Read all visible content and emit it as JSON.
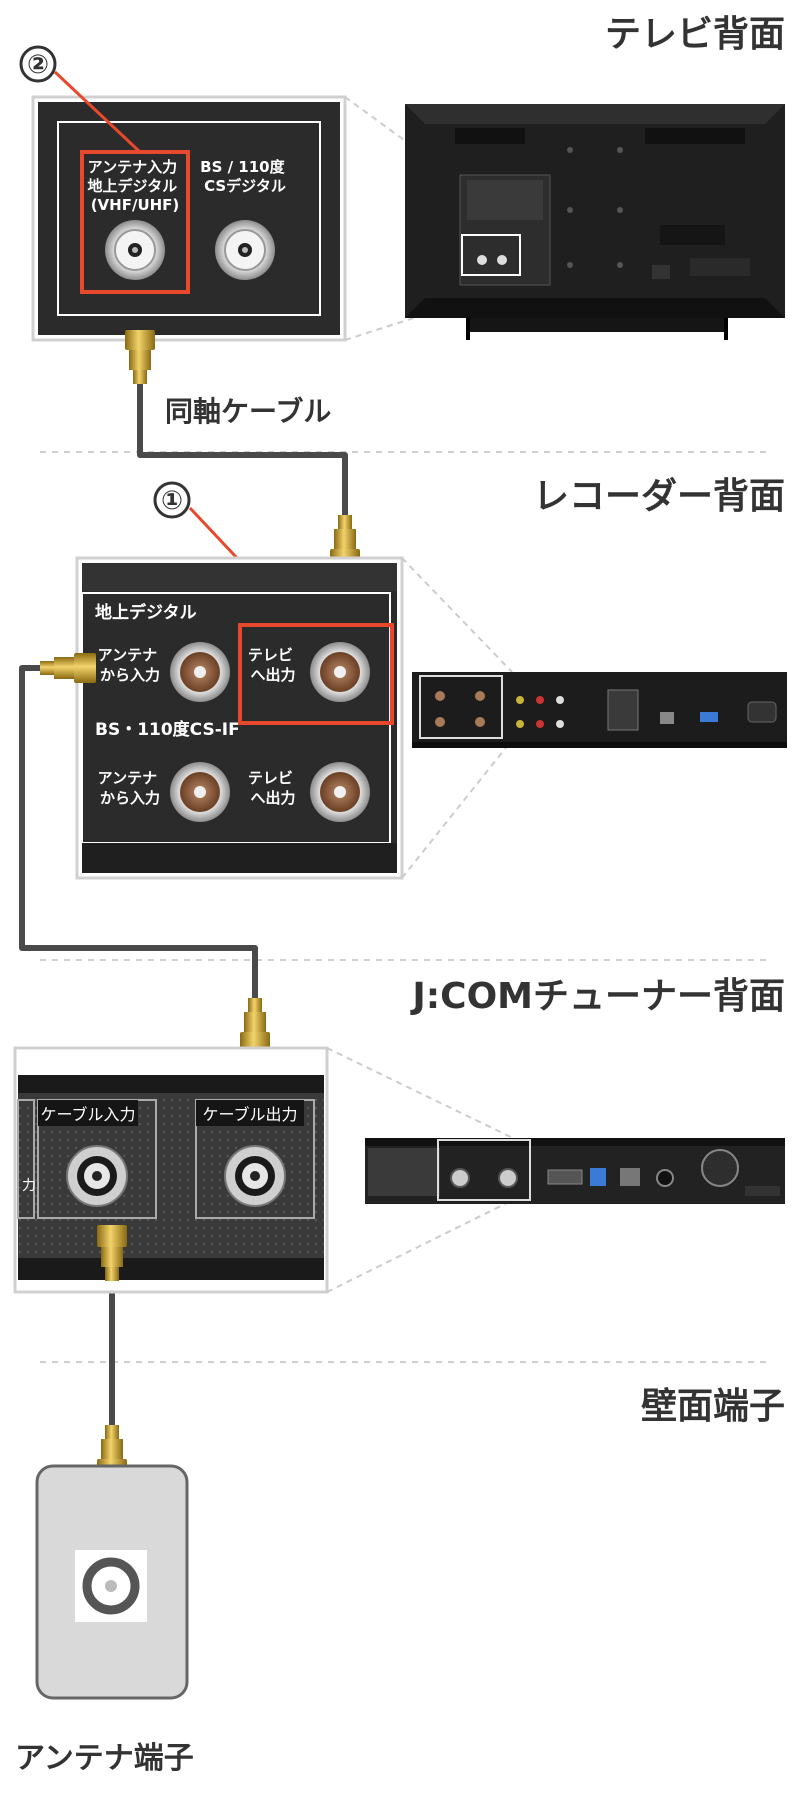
{
  "sections": {
    "tv": "テレビ背面",
    "recorder": "レコーダー背面",
    "tuner": "J:COMチューナー背面",
    "wall": "壁面端子"
  },
  "tv_panel": {
    "antenna_label_lines": [
      "アンテナ入力",
      "地上デジタル",
      "(VHF/UHF)"
    ],
    "bs_label_lines": [
      "BS / 110度",
      "CSデジタル"
    ]
  },
  "coax_label": "同軸ケーブル",
  "markers": {
    "one": "①",
    "two": "②"
  },
  "recorder_panel": {
    "terrestrial": "地上デジタル",
    "bs": "BS・110度CS-IF",
    "antenna_in_lines": [
      "アンテナ",
      "から入力"
    ],
    "tv_out_lines": [
      "テレビ",
      "へ出力"
    ]
  },
  "tuner_panel": {
    "cable_in": "ケーブル入力",
    "cable_out": "ケーブル出力",
    "partial_char": "力"
  },
  "wall_label": "アンテナ端子",
  "colors": {
    "panel": "#2b2b2b",
    "highlight": "#e8492c",
    "cable": "#4a4a4a",
    "connector": "#c9a227",
    "socket_copper": "#8a5a3c"
  }
}
